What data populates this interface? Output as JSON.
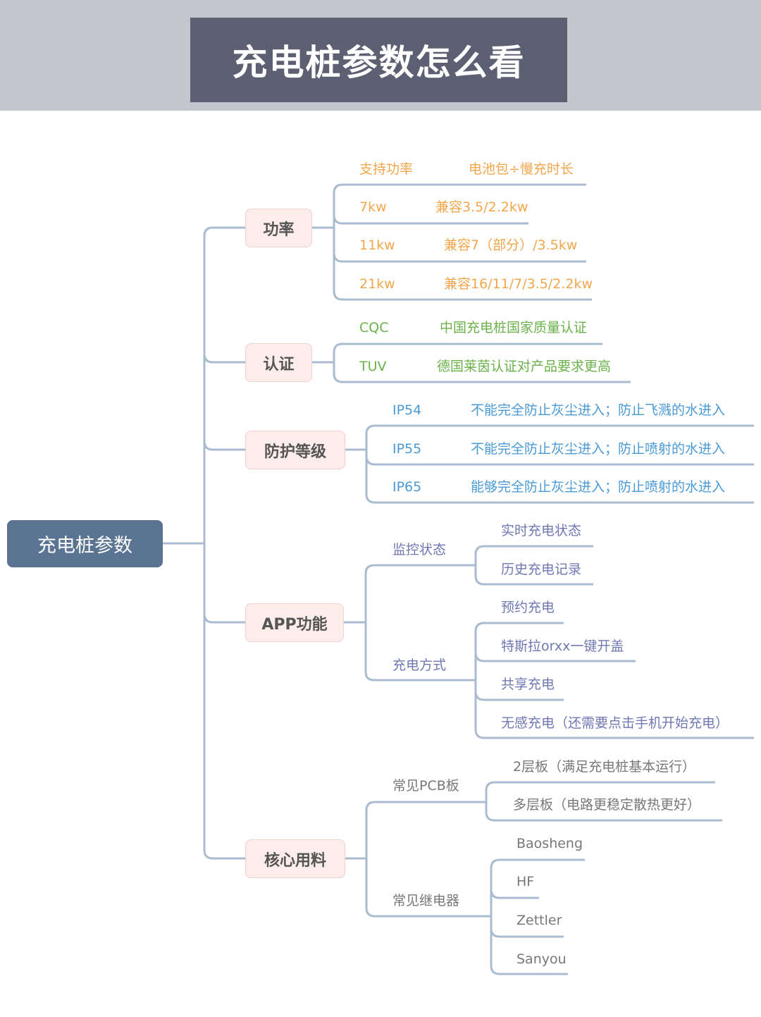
{
  "header": {
    "title": "充电桩参数怎么看"
  },
  "root": {
    "label": "充电桩参数"
  },
  "branches": {
    "power": {
      "label": "功率",
      "rows": [
        {
          "k": "支持功率",
          "v": "电池包÷慢充时长"
        },
        {
          "k": "7kw",
          "v": "兼容3.5/2.2kw"
        },
        {
          "k": "11kw",
          "v": "兼容7（部分）/3.5kw"
        },
        {
          "k": "21kw",
          "v": "兼容16/11/7/3.5/2.2kw"
        }
      ]
    },
    "cert": {
      "label": "认证",
      "rows": [
        {
          "k": "CQC",
          "v": "中国充电桩国家质量认证"
        },
        {
          "k": "TUV",
          "v": "德国莱茵认证对产品要求更高"
        }
      ]
    },
    "protection": {
      "label": "防护等级",
      "rows": [
        {
          "k": "IP54",
          "v": "不能完全防止灰尘进入；防止飞溅的水进入"
        },
        {
          "k": "IP55",
          "v": "不能完全防止灰尘进入；防止喷射的水进入"
        },
        {
          "k": "IP65",
          "v": "能够完全防止灰尘进入；防止喷射的水进入"
        }
      ]
    },
    "app": {
      "label": "APP功能",
      "groups": [
        {
          "label": "监控状态",
          "items": [
            "实时充电状态",
            "历史充电记录"
          ]
        },
        {
          "label": "充电方式",
          "items": [
            "预约充电",
            "特斯拉orxx一键开盖",
            "共享充电",
            "无感充电（还需要点击手机开始充电）"
          ]
        }
      ]
    },
    "core": {
      "label": "核心用料",
      "groups": [
        {
          "label": "常见PCB板",
          "items": [
            "2层板（满足充电桩基本运行）",
            "多层板（电路更稳定散热更好）"
          ]
        },
        {
          "label": "常见继电器",
          "items": [
            "Baosheng",
            "HF",
            "Zettler",
            "Sanyou"
          ]
        }
      ]
    }
  },
  "colors": {
    "power": "#f2a64c",
    "cert": "#6bb24a",
    "protection": "#4a9ad6",
    "app": "#6f78b2",
    "core": "#777777",
    "root": "#5a7491",
    "line": "#a9bccf"
  }
}
